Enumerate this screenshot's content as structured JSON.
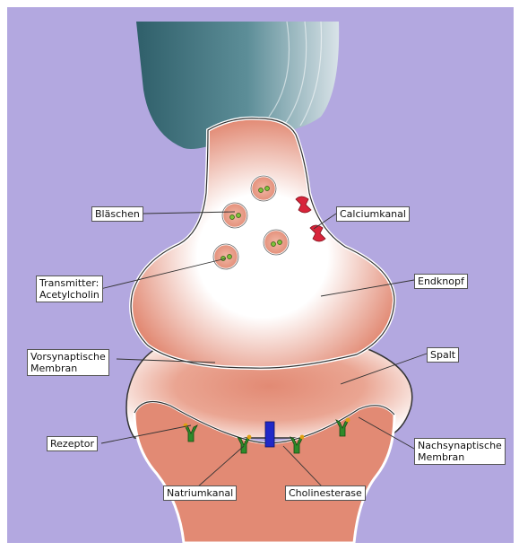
{
  "labels": {
    "blaeschen": "Bläschen",
    "calciumkanal": "Calciumkanal",
    "transmitter_line1": "Transmitter:",
    "transmitter_line2": "Acetylcholin",
    "endknopf": "Endknopf",
    "vorsynaptische_line1": "Vorsynaptische",
    "vorsynaptische_line2": "Membran",
    "spalt": "Spalt",
    "rezeptor": "Rezeptor",
    "nachsynaptische_line1": "Nachsynaptische",
    "nachsynaptische_line2": "Membran",
    "natriumkanal": "Natriumkanal",
    "cholinesterase": "Cholinesterase"
  },
  "colors": {
    "background": "#b3a8e0",
    "axon": "#4f7f8a",
    "terminal_fill": "#e28a74",
    "terminal_core": "#ffffff",
    "membrane": "#ffffff",
    "calcium_channel": "#d8243a",
    "receptor": "#2f8a2a",
    "cholinesterase": "#2028c8",
    "transmitter_dot": "#7cc23a"
  }
}
